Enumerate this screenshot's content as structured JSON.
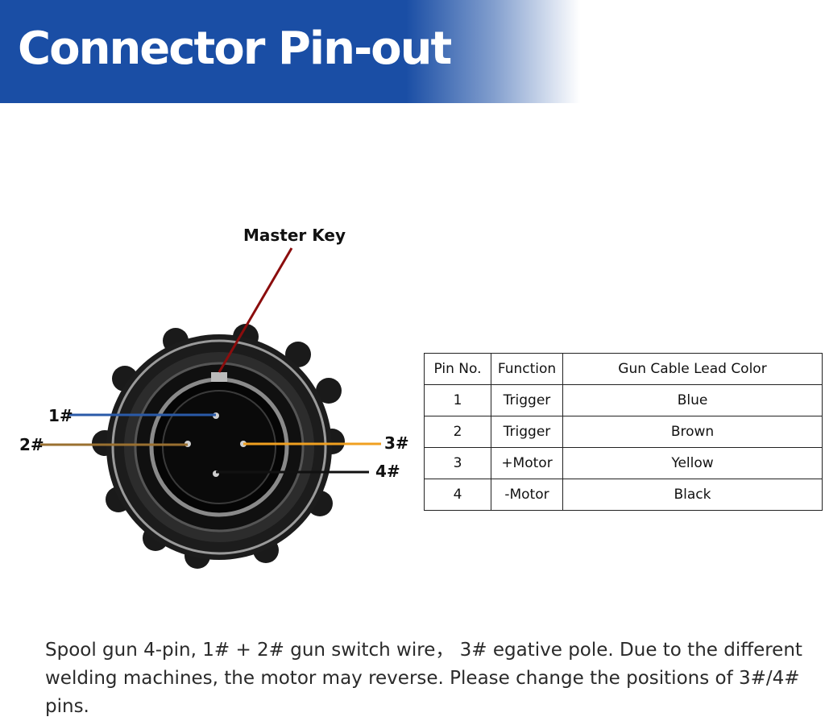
{
  "header": {
    "title": "Connector Pin-out"
  },
  "diagram": {
    "master_key_label": "Master Key",
    "pin_labels": [
      "1#",
      "2#",
      "3#",
      "4#"
    ],
    "wire_colors": {
      "master_key": "#8b0d0d",
      "pin1": "#2a5aa8",
      "pin2": "#9a7030",
      "pin3": "#f0a020",
      "pin4": "#111111"
    }
  },
  "table": {
    "headers": [
      "Pin No.",
      "Function",
      "Gun Cable Lead Color"
    ],
    "rows": [
      [
        "1",
        "Trigger",
        "Blue"
      ],
      [
        "2",
        "Trigger",
        "Brown"
      ],
      [
        "3",
        "+Motor",
        "Yellow"
      ],
      [
        "4",
        "-Motor",
        "Black"
      ]
    ]
  },
  "note": {
    "text": "Spool gun 4-pin, 1# + 2# gun switch  wire， 3# egative pole. Due to the different welding machines, the motor may reverse. Please change the positions of 3#/4# pins."
  },
  "colors": {
    "banner": "#1a4ea5"
  }
}
